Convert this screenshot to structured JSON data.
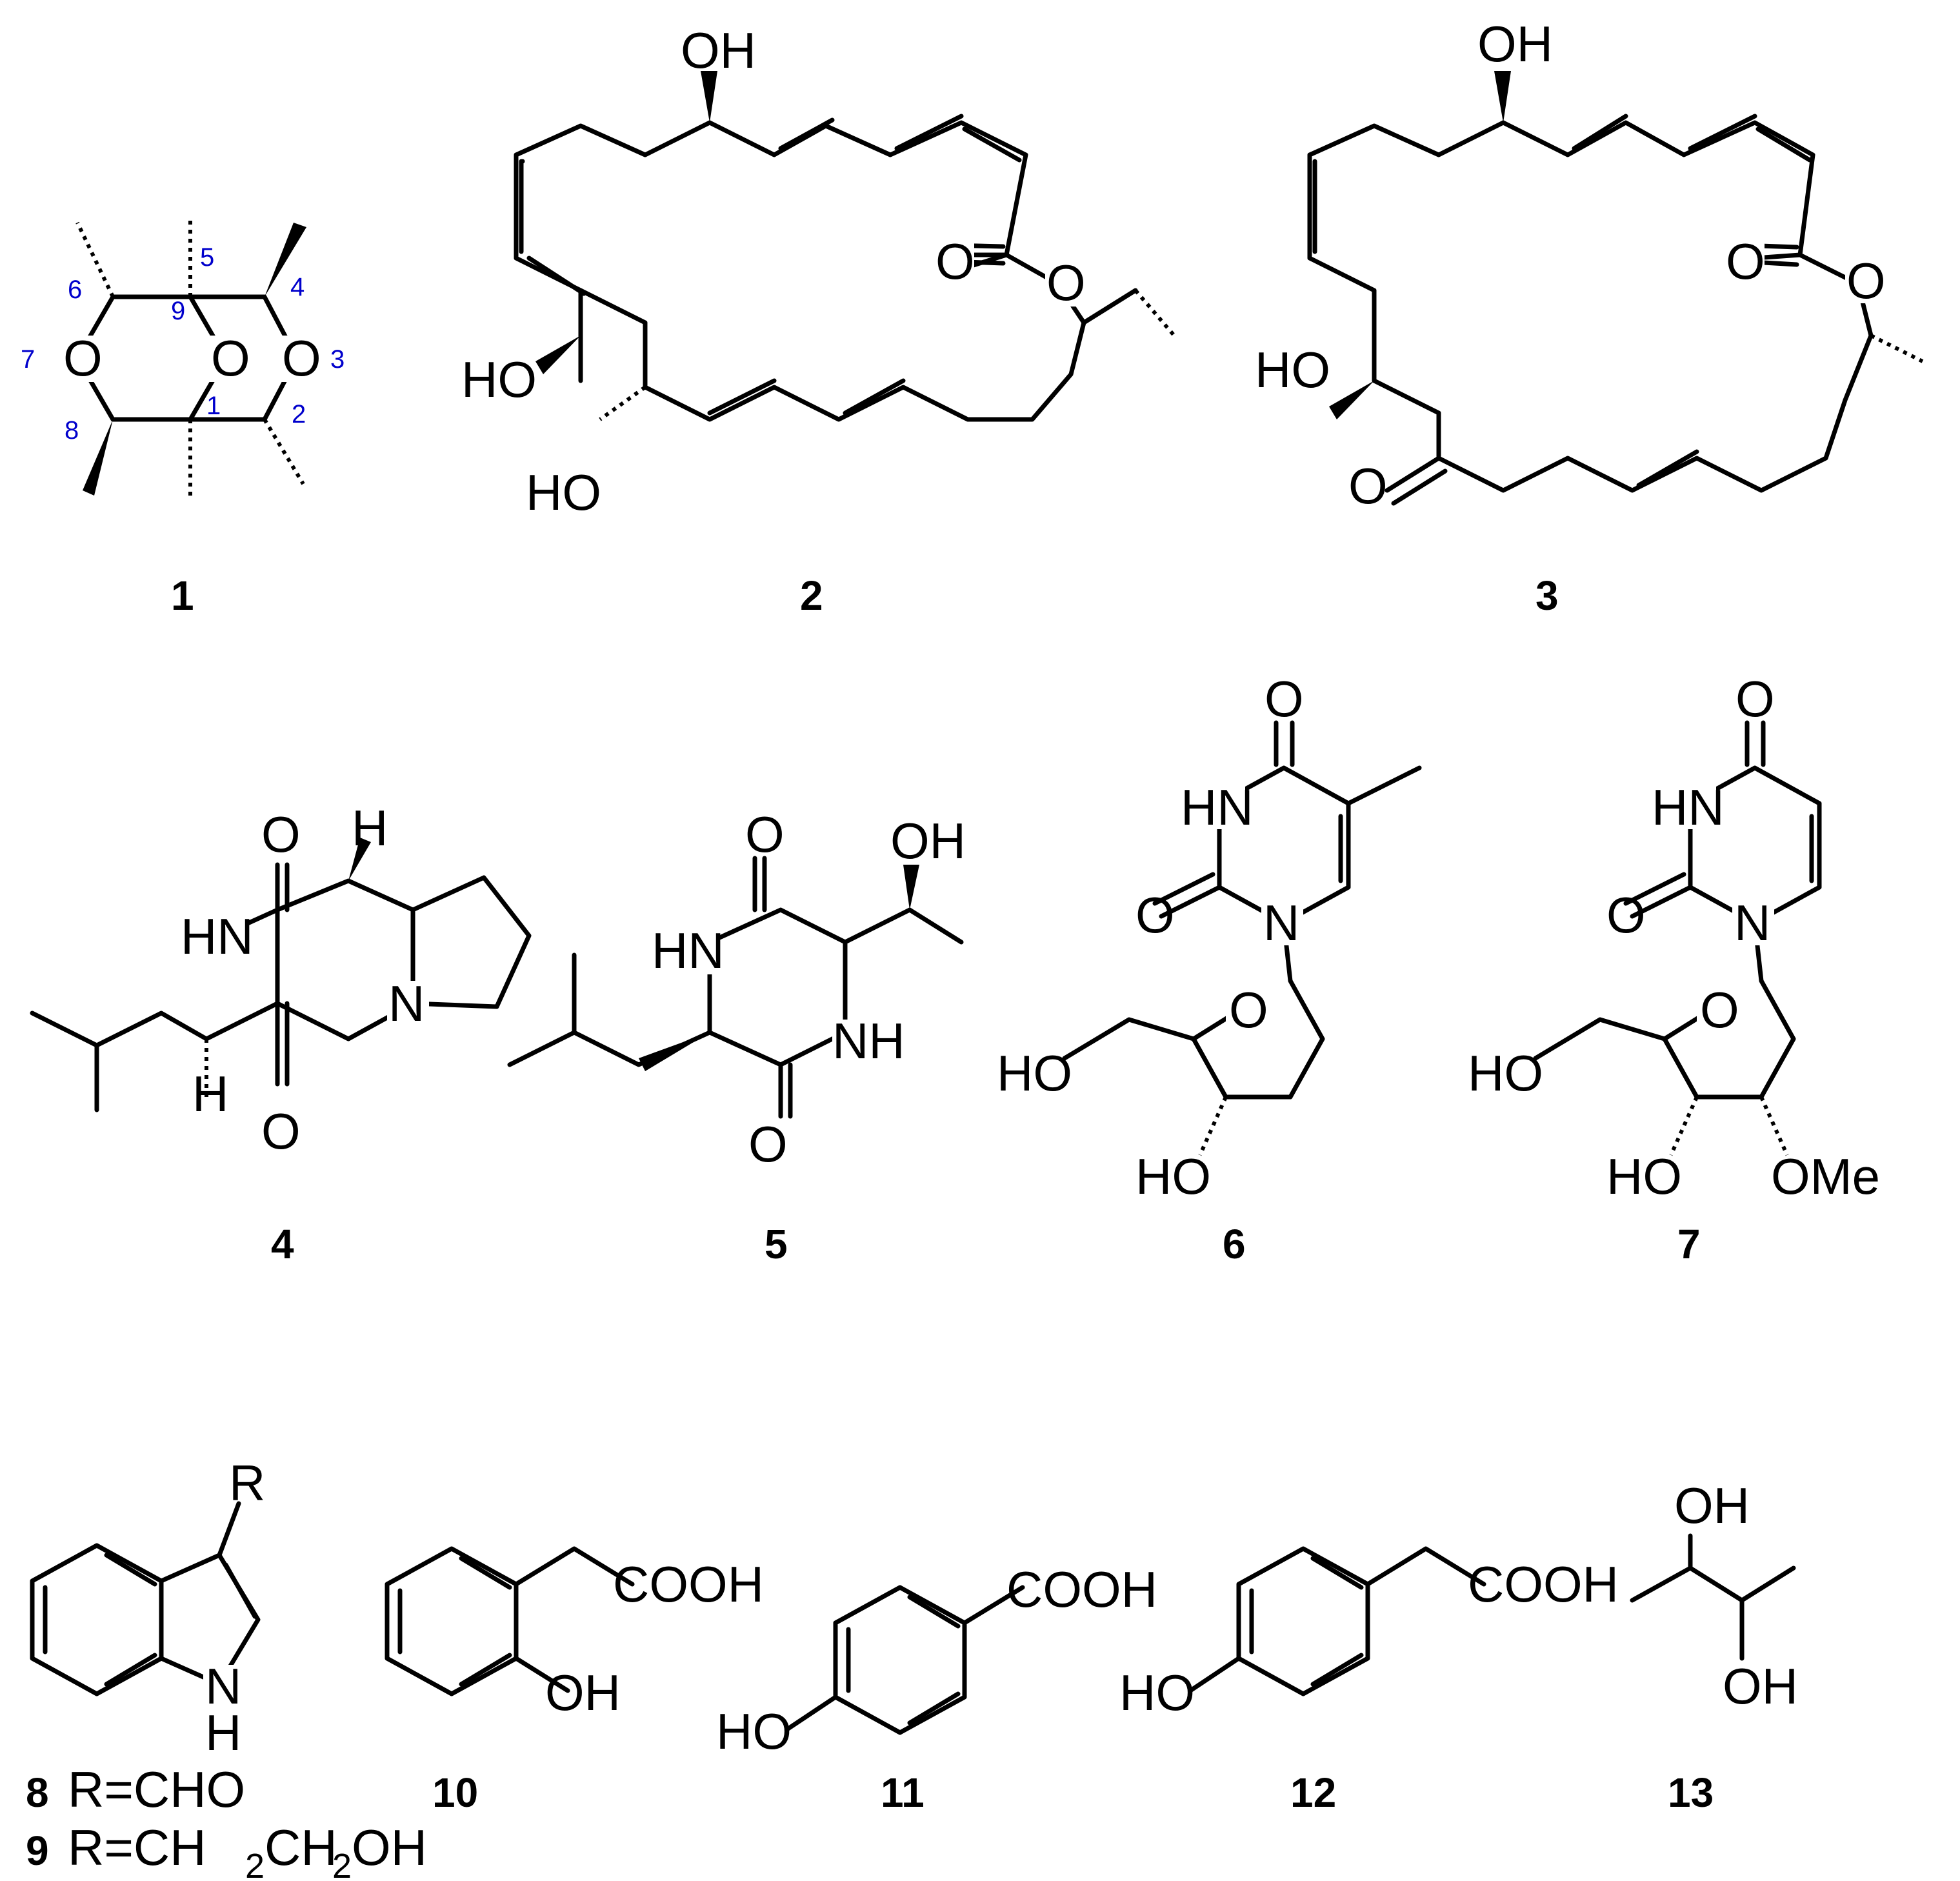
{
  "atoms": {
    "O": "O",
    "OH": "OH",
    "HO": "HO",
    "H": "H",
    "N": "N",
    "HN": "HN",
    "NH": "NH",
    "R": "R",
    "OMe": "OMe",
    "COOH": "COOH"
  },
  "compound_numbers": [
    "1",
    "2",
    "3",
    "4",
    "5",
    "6",
    "7",
    "8",
    "9",
    "10",
    "11",
    "12",
    "13"
  ],
  "locants": [
    "1",
    "2",
    "3",
    "4",
    "5",
    "6",
    "7",
    "8",
    "9"
  ],
  "substituents": {
    "r8": "R=CHO",
    "r9_a": "R=CH",
    "r9_sub1": "2",
    "r9_b": "CH",
    "r9_sub2": "2",
    "r9_c": "OH"
  },
  "colors": {
    "locant": "#0000cc",
    "bond": "#000000"
  }
}
